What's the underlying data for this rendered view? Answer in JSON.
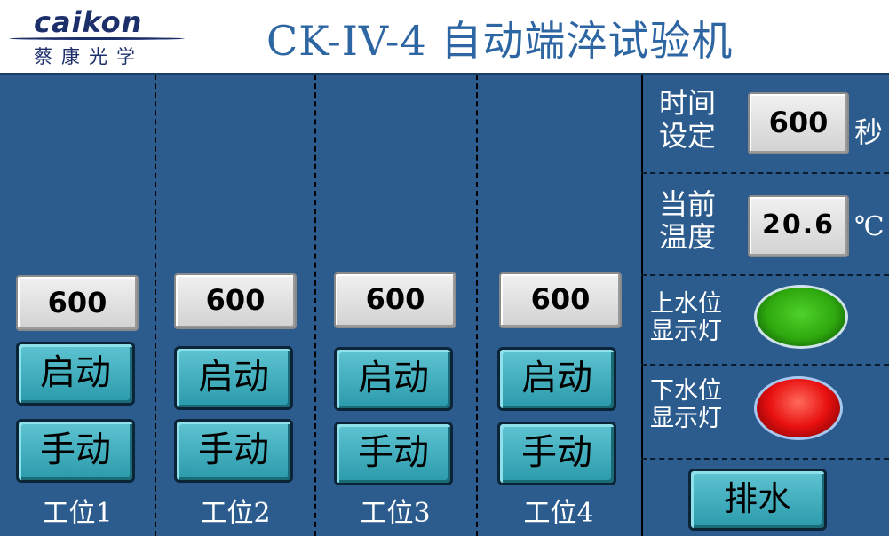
{
  "header": {
    "logo_text": "caikon",
    "logo_sub": "蔡康光学",
    "title": "CK-IV-4 自动端淬试验机"
  },
  "stations": [
    {
      "time_value": "600",
      "start_label": "启动",
      "manual_label": "手动",
      "name": "工位1"
    },
    {
      "time_value": "600",
      "start_label": "启动",
      "manual_label": "手动",
      "name": "工位2"
    },
    {
      "time_value": "600",
      "start_label": "启动",
      "manual_label": "手动",
      "name": "工位3"
    },
    {
      "time_value": "600",
      "start_label": "启动",
      "manual_label": "手动",
      "name": "工位4"
    }
  ],
  "side": {
    "time_label_1": "时间",
    "time_label_2": "设定",
    "time_value": "600",
    "time_unit": "秒",
    "temp_label_1": "当前",
    "temp_label_2": "温度",
    "temp_value": "20.6",
    "temp_unit": "℃",
    "upper_label_1": "上水位",
    "upper_label_2": "显示灯",
    "lower_label_1": "下水位",
    "lower_label_2": "显示灯",
    "drain_label": "排水"
  },
  "colors": {
    "background": "#2c5c8e",
    "button": "#3fb0c0",
    "upper_lamp": "#2ea80e",
    "lower_lamp": "#e81010"
  }
}
